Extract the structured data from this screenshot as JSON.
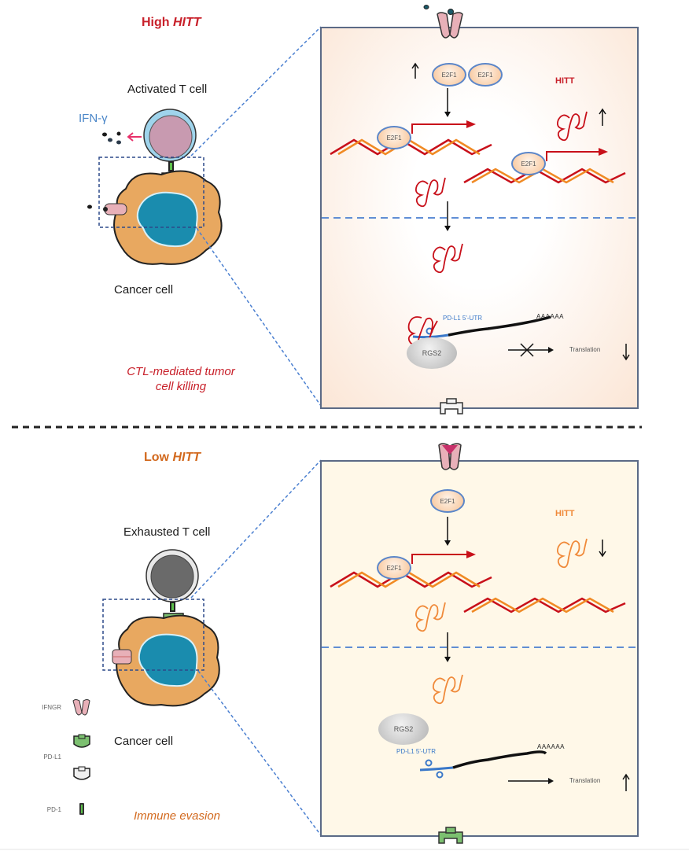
{
  "top": {
    "title_prefix": "High ",
    "title_italic": "HITT",
    "title_color": "#c8202a",
    "t_cell_label": "Activated T cell",
    "cytokine_label": "IFN-γ",
    "cancer_cell_label": "Cancer cell",
    "outcome_line1": "CTL-mediated tumor",
    "outcome_line2": "cell killing",
    "outcome_color": "#c8202a",
    "panel": {
      "e2f1_labels": [
        "E2F1",
        "E2F1",
        "E2F1",
        "E2F1"
      ],
      "hitt_label": "HITT",
      "hitt_trend": "up",
      "e2f1_trend": "up",
      "utr_label": "PD-L1 5'-UTR",
      "polyA_label": "AAAAAA",
      "rgs2_label": "RGS2",
      "translation_label": "Translation",
      "translation_trend": "down",
      "translation_blocked": true
    }
  },
  "bottom": {
    "title_prefix": "Low ",
    "title_italic": "HITT",
    "title_color": "#d2691e",
    "t_cell_label": "Exhausted T cell",
    "cancer_cell_label": "Cancer cell",
    "outcome": "Immune evasion",
    "outcome_color": "#d2691e",
    "panel": {
      "e2f1_labels": [
        "E2F1",
        "E2F1"
      ],
      "hitt_label": "HITT",
      "hitt_trend": "down",
      "utr_label": "PD-L1 5'-UTR",
      "polyA_label": "AAAAAA",
      "rgs2_label": "RGS2",
      "translation_label": "Translation",
      "translation_trend": "up",
      "translation_blocked": false
    }
  },
  "legend": [
    {
      "label": "IFNGR",
      "icon": "ifngr-receptor-icon"
    },
    {
      "label": "PD-L1",
      "icon": "pd-l1-icon"
    },
    {
      "label": "PD-1",
      "icon": "pd-1-icon"
    }
  ],
  "colors": {
    "panel_border": "#5b6a86",
    "dashed_blue": "#4a7fd0",
    "top_panel_bg": "#fbe9dc",
    "bottom_panel_bg": "#fff8e8",
    "dna_red": "#c8101a",
    "dna_orange": "#f08a24",
    "hitt_red": "#c8101a",
    "hitt_orange": "#f08a3a"
  }
}
